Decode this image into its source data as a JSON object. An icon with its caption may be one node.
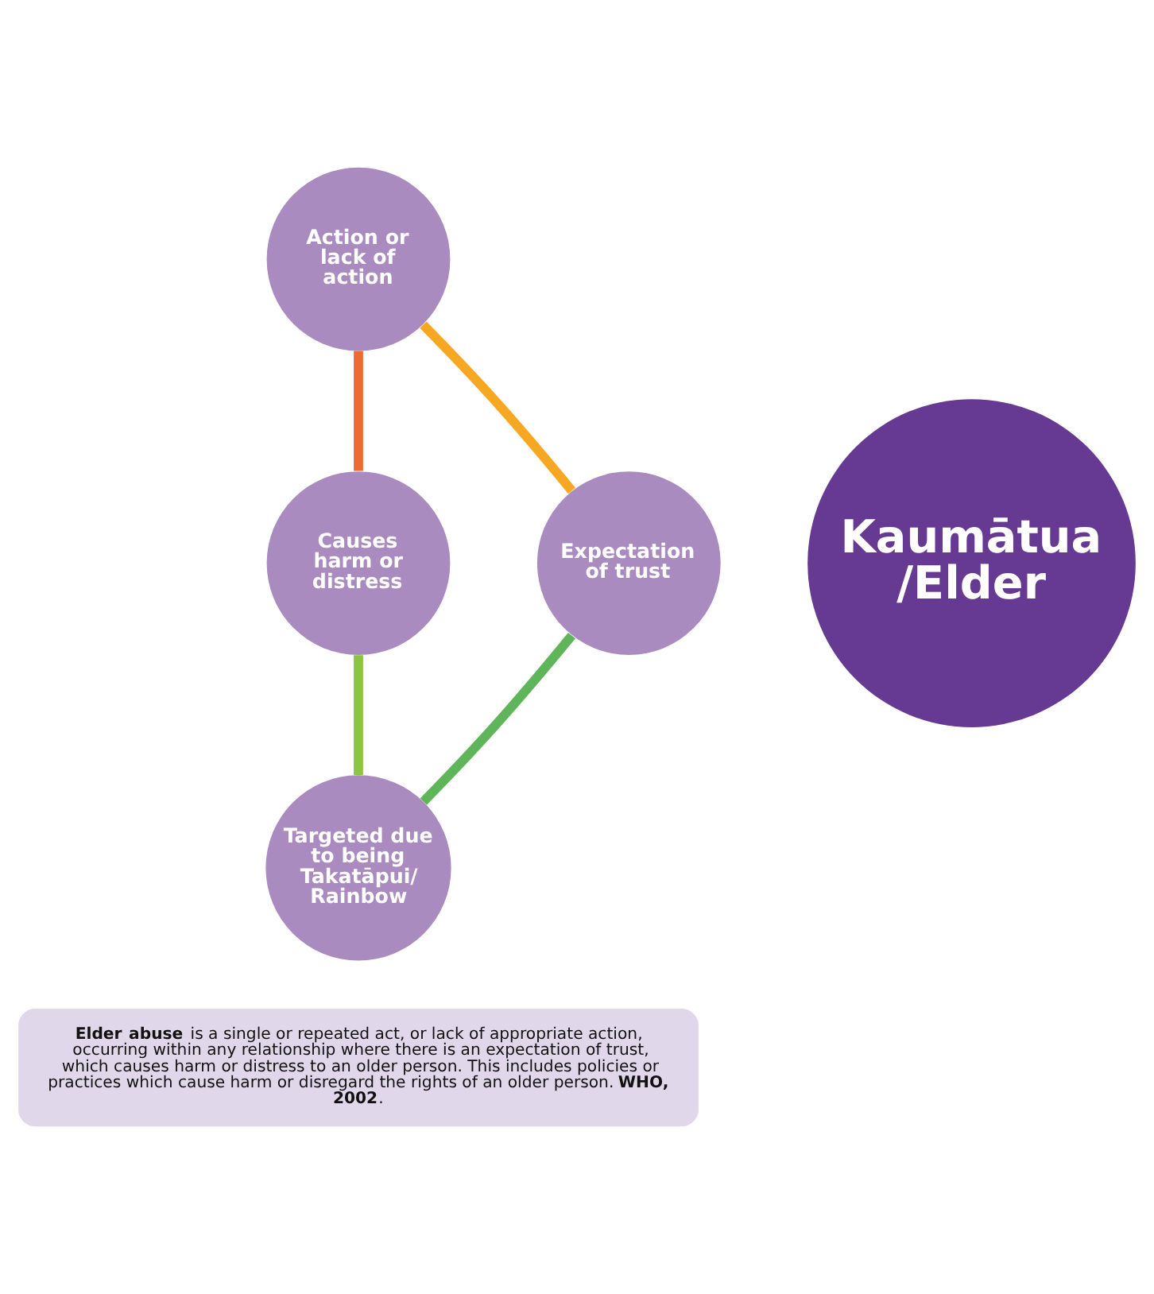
{
  "diagram": {
    "nodes": [
      {
        "text": [
          "Action or lack of action"
        ]
      },
      {
        "text": [
          "Expectation of trust"
        ]
      },
      {
        "text": [
          "Kaumātua /Elder"
        ]
      },
      {
        "text": [
          "Causes harm or distress"
        ]
      },
      {
        "text": [
          "Targeted due to being Takatāpui/ Rainbow"
        ]
      },
      {
        "text": [
          "**Elder abuse** is a single or repeated act, or lack of appropriate action, occurring within any relationship where there is an expectation of trust, which causes harm or distress to an older person. This includes policies or practices which cause harm or disregard the rights of an older person. **WHO, 2002**."
        ]
      }
    ],
    "edges": [
      {
        "from": 0,
        "to": 3,
        "arrow": "none",
        "color": "#ee6a33"
      },
      {
        "from": 3,
        "to": 4,
        "arrow": "none",
        "color": "#8cc63f"
      },
      {
        "from": 4,
        "to": 1,
        "arrow": "none",
        "color": "#5fb55a"
      },
      {
        "from": 1,
        "to": 0,
        "arrow": "none",
        "color": "#f7a823"
      }
    ]
  }
}
